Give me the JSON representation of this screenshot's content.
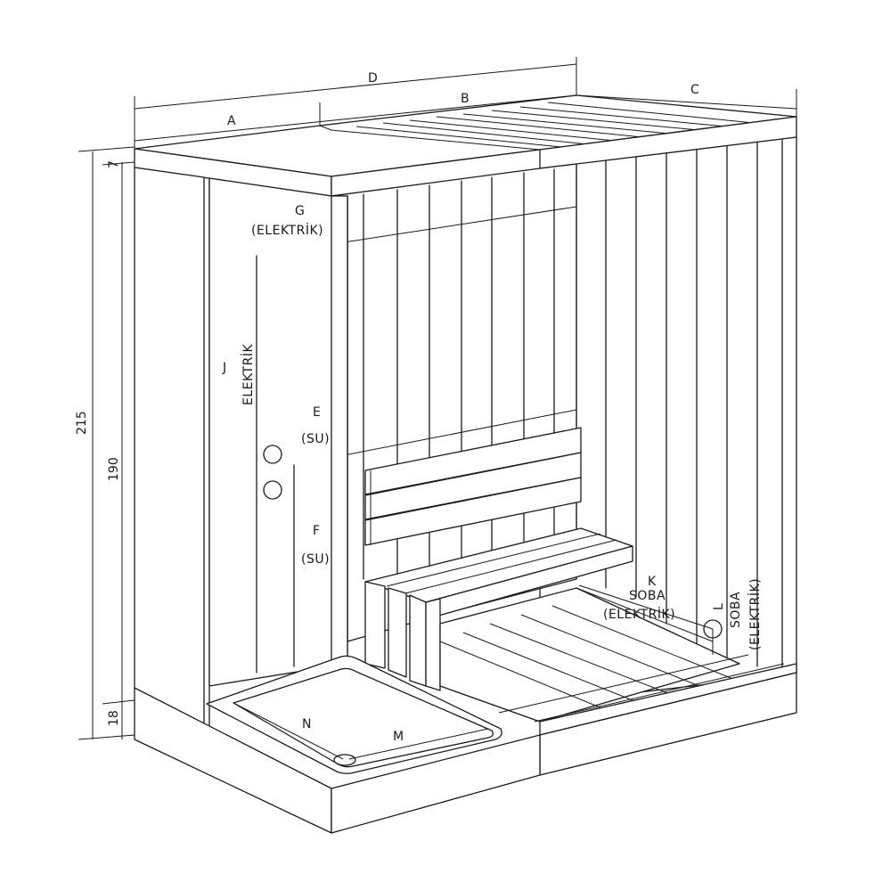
{
  "diagram": {
    "subject": "Sauna cabin with shower tray – isometric installation drawing",
    "colors": {
      "line": "#1a1a1a",
      "background": "#ffffff"
    },
    "dimensions_top": {
      "A": "A",
      "B": "B",
      "C": "C",
      "D": "D"
    },
    "dimensions_side": {
      "total_height": "215",
      "wall_height": "190",
      "roof_thickness": "7",
      "base_height": "18"
    },
    "labels": {
      "G": {
        "letter": "G",
        "text": "(ELEKTRİK)"
      },
      "J": {
        "letter": "J",
        "text": "ELEKTRİK"
      },
      "E": {
        "letter": "E",
        "text": "(SU)"
      },
      "F": {
        "letter": "F",
        "text": "(SU)"
      },
      "K": {
        "letter": "K",
        "line1": "SOBA",
        "line2": "(ELEKTRİK)"
      },
      "L": {
        "letter": "L",
        "line1": "SOBA",
        "line2": "(ELEKTRİK)"
      },
      "N": {
        "letter": "N"
      },
      "M": {
        "letter": "M"
      }
    },
    "connection_points": [
      {
        "name": "water-outlet-upper",
        "type": "circle"
      },
      {
        "name": "water-outlet-lower",
        "type": "circle"
      },
      {
        "name": "heater-electric-outlet",
        "type": "circle"
      },
      {
        "name": "shower-drain",
        "type": "ellipse"
      }
    ]
  }
}
